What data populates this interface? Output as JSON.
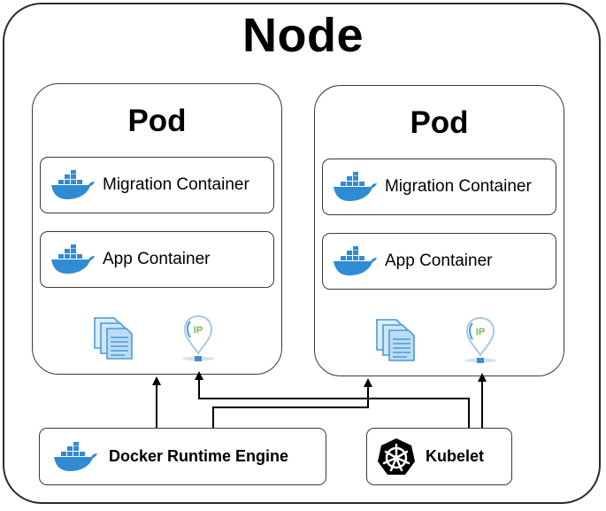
{
  "node": {
    "title": "Node"
  },
  "pods": [
    {
      "title": "Pod",
      "containers": [
        {
          "label": "Migration Container",
          "icon": "docker-whale-icon"
        },
        {
          "label": "App Container",
          "icon": "docker-whale-icon"
        }
      ],
      "volume_icon": "volume-documents-icon",
      "ip_icon": "ip-pin-icon",
      "ip_text": "IP"
    },
    {
      "title": "Pod",
      "containers": [
        {
          "label": "Migration Container",
          "icon": "docker-whale-icon"
        },
        {
          "label": "App Container",
          "icon": "docker-whale-icon"
        }
      ],
      "volume_icon": "volume-documents-icon",
      "ip_icon": "ip-pin-icon",
      "ip_text": "IP"
    }
  ],
  "runtime": {
    "label": "Docker Runtime Engine",
    "icon": "docker-whale-icon"
  },
  "kubelet": {
    "label": "Kubelet",
    "icon": "kubernetes-helm-icon"
  },
  "colors": {
    "docker_blue": "#2f8bd3",
    "ip_green": "#6cc04a",
    "doc_blue": "#8ec2e6",
    "line": "#000000",
    "border": "#2b2b2b"
  }
}
